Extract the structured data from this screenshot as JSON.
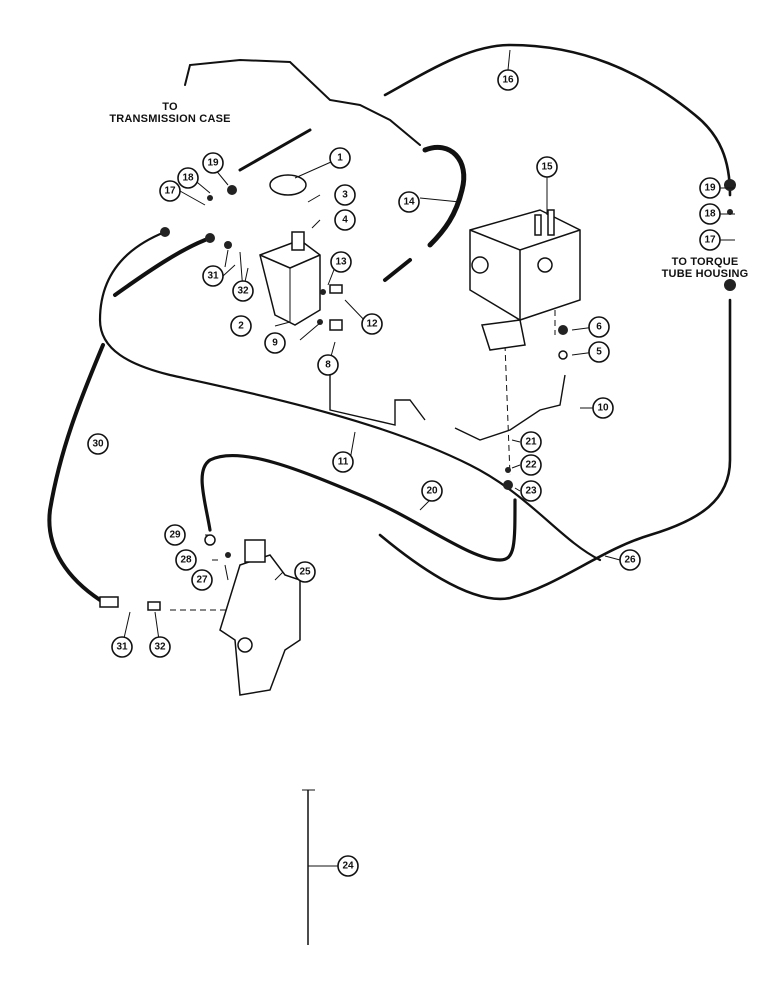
{
  "notes": {
    "transmission": [
      "TO",
      "TRANSMISSION CASE"
    ],
    "torque": [
      "TO TORQUE",
      "TUBE HOUSING"
    ]
  },
  "callouts": [
    "1",
    "2",
    "3",
    "4",
    "5",
    "6",
    "8",
    "9",
    "10",
    "11",
    "12",
    "13",
    "14",
    "15",
    "16",
    "17",
    "18",
    "19",
    "17",
    "18",
    "19",
    "20",
    "21",
    "22",
    "23",
    "24",
    "25",
    "26",
    "27",
    "28",
    "29",
    "30",
    "31",
    "32",
    "31",
    "32"
  ],
  "colors": {
    "ink": "#111111",
    "paper": "#ffffff"
  }
}
